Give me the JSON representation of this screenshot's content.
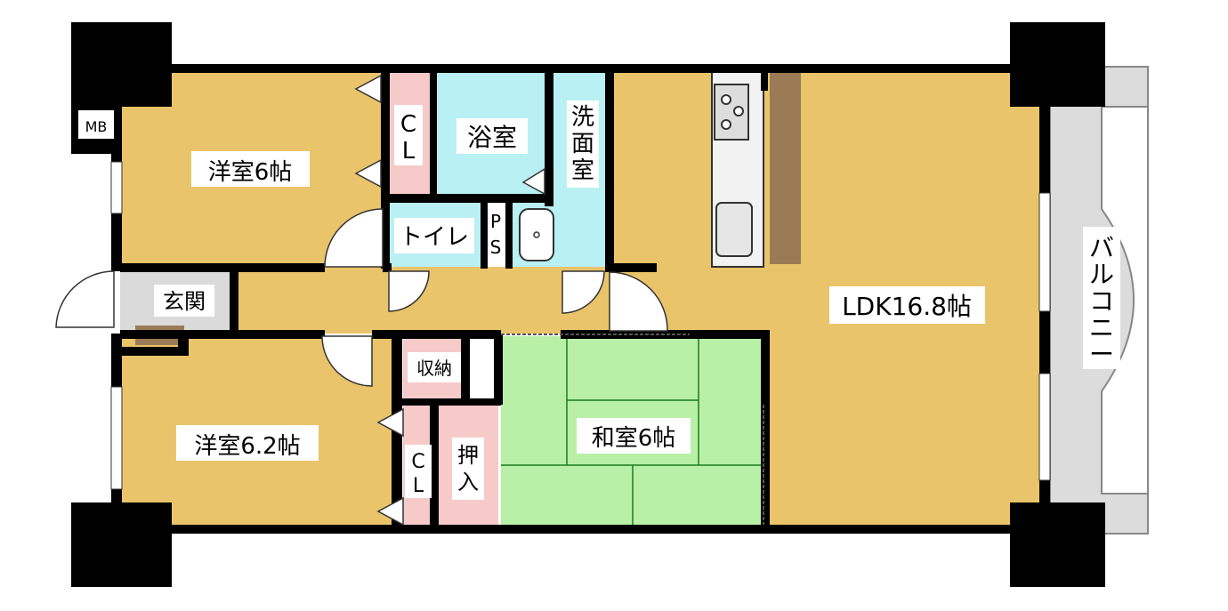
{
  "colors": {
    "western": "#E9C46A",
    "closet": "#F7CACA",
    "water": "#B9F0F3",
    "tatami": "#B9F0A8",
    "tatami_line": "#1c7a1c",
    "entrance": "#DADADA",
    "balcony": "#DCDCDC",
    "counter": "#9B7B55",
    "wall": "#000000",
    "kitchen": "#F2F2F2"
  },
  "labels": {
    "mb": "MB",
    "western1": "洋室6帖",
    "western2": "洋室6.2帖",
    "cl1a": "C",
    "cl1b": "L",
    "cl2a": "C",
    "cl2b": "L",
    "bath": "浴室",
    "washroom_1": "洗",
    "washroom_2": "面",
    "washroom_3": "室",
    "toilet": "トイレ",
    "ps_1": "P",
    "ps_2": "S",
    "genkan": "玄関",
    "storage": "収納",
    "oshiire_1": "押",
    "oshiire_2": "入",
    "washitsu": "和室6帖",
    "ldk": "LDK16.8帖",
    "balcony_1": "バ",
    "balcony_2": "ル",
    "balcony_3": "コ",
    "balcony_4": "ニ",
    "balcony_5": "ー"
  }
}
